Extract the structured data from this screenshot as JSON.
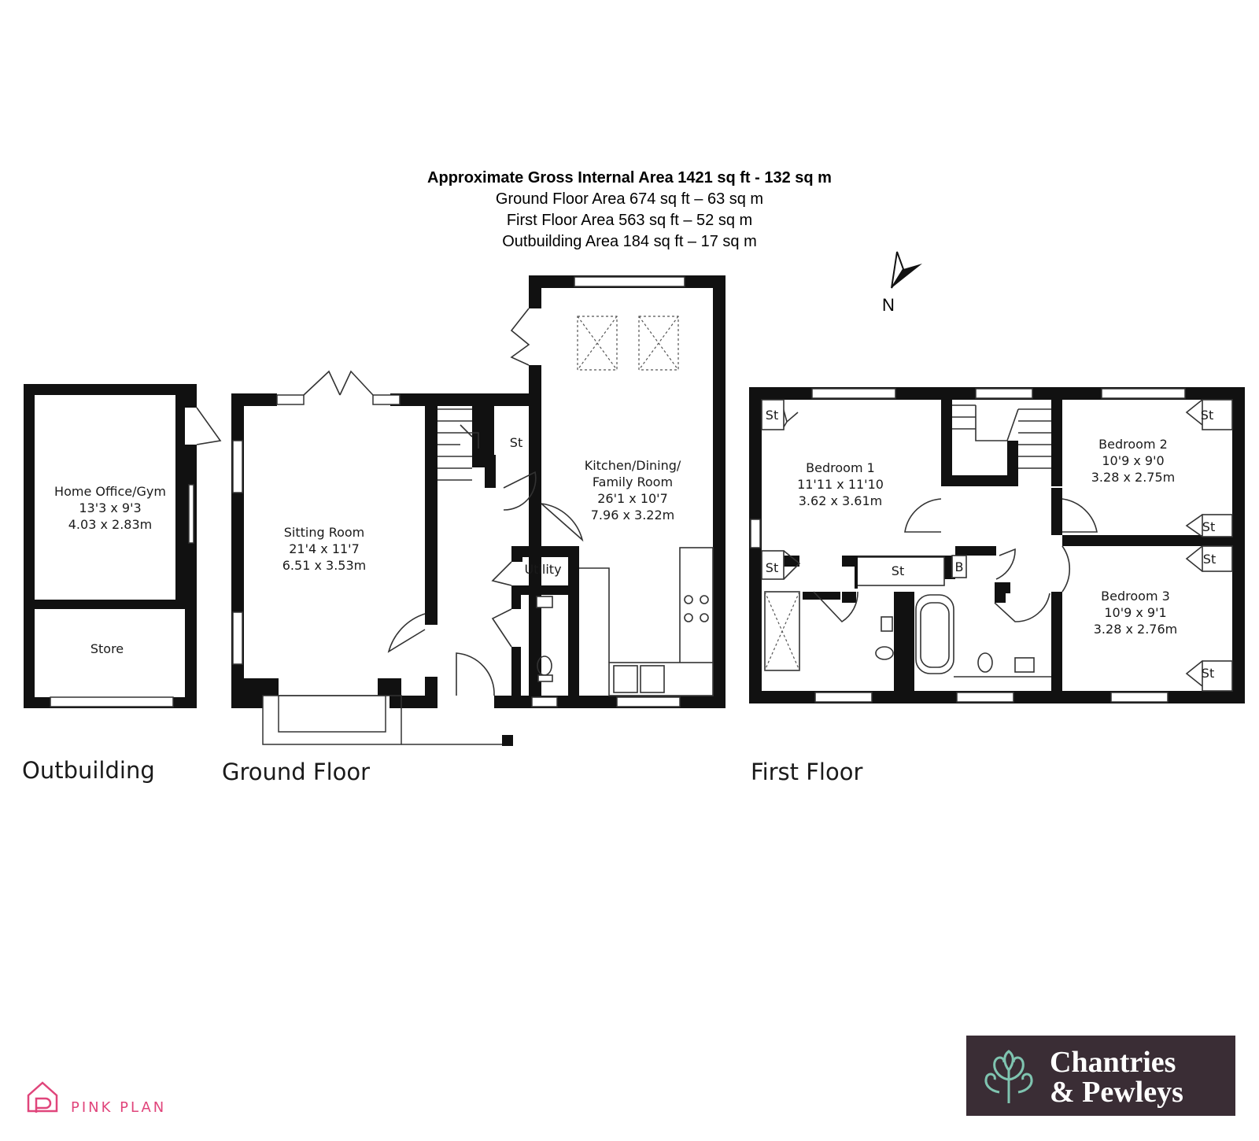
{
  "header": {
    "total": "Approximate Gross Internal Area 1421 sq ft - 132 sq m",
    "ground": "Ground Floor Area 674 sq ft – 63 sq m",
    "first": "First Floor Area 563 sq ft – 52 sq m",
    "outbuilding": "Outbuilding Area 184 sq ft – 17 sq m"
  },
  "compass": {
    "label": "N"
  },
  "floors": {
    "outbuilding": "Outbuilding",
    "ground": "Ground Floor",
    "first": "First Floor"
  },
  "rooms": {
    "office": [
      "Home Office/Gym",
      "13'3 x 9'3",
      "4.03 x 2.83m"
    ],
    "store": "Store",
    "sitting": [
      "Sitting Room",
      "21'4 x 11'7",
      "6.51 x 3.53m"
    ],
    "kitchen": [
      "Kitchen/Dining/",
      "Family Room",
      "26'1 x 10'7",
      "7.96 x 3.22m"
    ],
    "utility": "Utility",
    "st": "St",
    "b": "B",
    "bed1": [
      "Bedroom 1",
      "11'11 x 11'10",
      "3.62 x 3.61m"
    ],
    "bed2": [
      "Bedroom 2",
      "10'9 x 9'0",
      "3.28 x 2.75m"
    ],
    "bed3": [
      "Bedroom 3",
      "10'9 x 9'1",
      "3.28 x 2.76m"
    ]
  },
  "branding": {
    "left_logo": "PINK PLAN",
    "agent_line1": "Chantries",
    "agent_line2": "& Pewleys",
    "agent_bg": "#3a2d35",
    "agent_accent": "#7fc4b0",
    "pink": "#e0457b"
  }
}
